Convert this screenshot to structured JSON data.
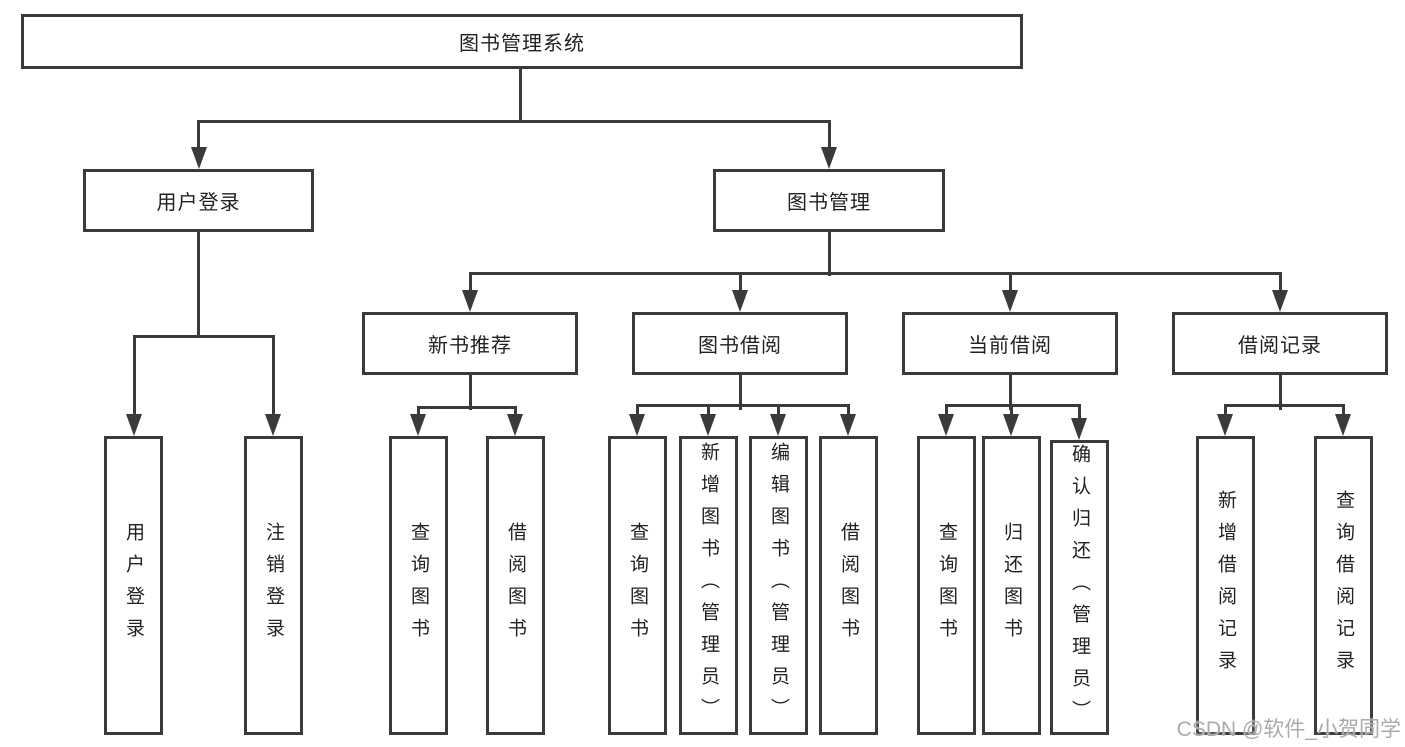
{
  "diagram": {
    "type": "hierarchy-tree",
    "title": "图书管理系统",
    "watermark": "CSDN @软件_小贺同学",
    "colors": {
      "line": "#3a3a3a",
      "box_border": "#3a3a3a",
      "box_background": "#ffffff",
      "text": "#222222",
      "watermark": "#ababab",
      "page_background": "#ffffff"
    },
    "nodes": [
      {
        "id": "root",
        "label": "图书管理系统",
        "parent": null
      },
      {
        "id": "user-login",
        "label": "用户登录",
        "parent": "root"
      },
      {
        "id": "book-mgmt",
        "label": "图书管理",
        "parent": "root"
      },
      {
        "id": "login-leaf",
        "label": "用户登录",
        "parent": "user-login"
      },
      {
        "id": "logout-leaf",
        "label": "注销登录",
        "parent": "user-login"
      },
      {
        "id": "new-books",
        "label": "新书推荐",
        "parent": "book-mgmt"
      },
      {
        "id": "book-borrow",
        "label": "图书借阅",
        "parent": "book-mgmt"
      },
      {
        "id": "current-borrow",
        "label": "当前借阅",
        "parent": "book-mgmt"
      },
      {
        "id": "borrow-records",
        "label": "借阅记录",
        "parent": "book-mgmt"
      },
      {
        "id": "nb-query",
        "label": "查询图书",
        "parent": "new-books"
      },
      {
        "id": "nb-borrow",
        "label": "借阅图书",
        "parent": "new-books"
      },
      {
        "id": "bb-query",
        "label": "查询图书",
        "parent": "book-borrow"
      },
      {
        "id": "bb-add",
        "label": "新增图书（管理员）",
        "parent": "book-borrow"
      },
      {
        "id": "bb-edit",
        "label": "编辑图书（管理员）",
        "parent": "book-borrow"
      },
      {
        "id": "bb-borrow",
        "label": "借阅图书",
        "parent": "book-borrow"
      },
      {
        "id": "cb-query",
        "label": "查询图书",
        "parent": "current-borrow"
      },
      {
        "id": "cb-return",
        "label": "归还图书",
        "parent": "current-borrow"
      },
      {
        "id": "cb-confirm",
        "label": "确认归还（管理员）",
        "parent": "current-borrow"
      },
      {
        "id": "br-add",
        "label": "新增借阅记录",
        "parent": "borrow-records"
      },
      {
        "id": "br-query",
        "label": "查询借阅记录",
        "parent": "borrow-records"
      }
    ]
  }
}
